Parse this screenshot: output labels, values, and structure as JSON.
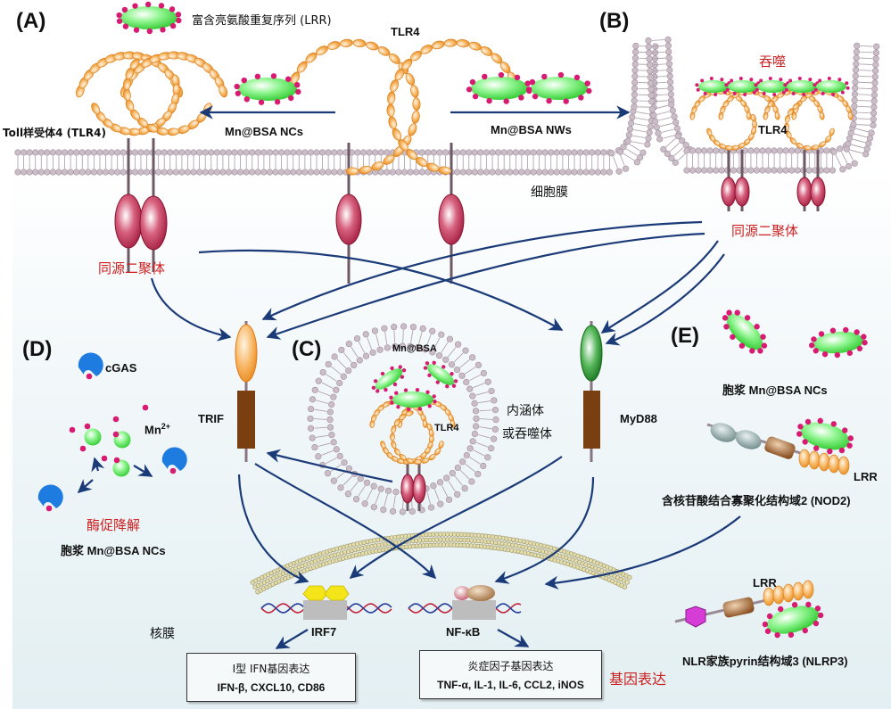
{
  "panels": {
    "A": "(A)",
    "B": "(B)",
    "C": "(C)",
    "D": "(D)",
    "E": "(E)"
  },
  "labels": {
    "lrr_top": "富含亮氨酸重复序列 (LRR)",
    "tlr4_top": "TLR4",
    "toll_receptor": "Toll样受体4 (TLR4)",
    "mn_bsa_ncs_arrow": "Mn@BSA NCs",
    "mn_bsa_nws_arrow": "Mn@BSA NWs",
    "phagocytosis": "吞噬",
    "tlr4_b": "TLR4",
    "cell_membrane": "细胞膜",
    "homodimer_left": "同源二聚体",
    "homodimer_right": "同源二聚体",
    "trif": "TRIF",
    "myd88": "MyD88",
    "cgas": "cGAS",
    "mn2": "Mn",
    "mn2_sup": "2+",
    "enzyme_degradation": "酶促降解",
    "cytoplasm_d": "胞浆 Mn@BSA NCs",
    "mn_bsa_c": "Mn@BSA",
    "tlr4_c": "TLR4",
    "endosome_line1": "内涵体",
    "endosome_line2": "或吞噬体",
    "cytoplasm_e": "胞浆 Mn@BSA NCs",
    "lrr_nod2": "LRR",
    "nod2": "含核苷酸结合寡聚化结构域2 (NOD2)",
    "lrr_nlrp3": "LRR",
    "nlrp3": "NLR家族pyrin结构域3 (NLRP3)",
    "nuclear_membrane": "核膜",
    "irf7": "IRF7",
    "nfkb": "NF-κB",
    "gene_expression": "基因表达"
  },
  "boxes": {
    "ifn": {
      "title": "I型 IFN基因表达",
      "genes": "IFN-β, CXCL10, CD86"
    },
    "inflammation": {
      "title": "炎症因子基因表达",
      "genes": "TNF-α, IL-1, IL-6, CCL2, iNOS"
    }
  },
  "colors": {
    "arrow": "#1b3a78",
    "lrr_orange": "#f5a64a",
    "nanocluster_green": "#5ee05e",
    "mn_dot": "#d81b72",
    "tir_red": "#b5234a",
    "adaptor_brown": "#7a3f10",
    "membrane_lipid": "#cbbdc8",
    "title_red": "#cc1f1f",
    "cgas_blue": "#1e7be0",
    "nlrp3_pyrin": "#d63dd6"
  }
}
